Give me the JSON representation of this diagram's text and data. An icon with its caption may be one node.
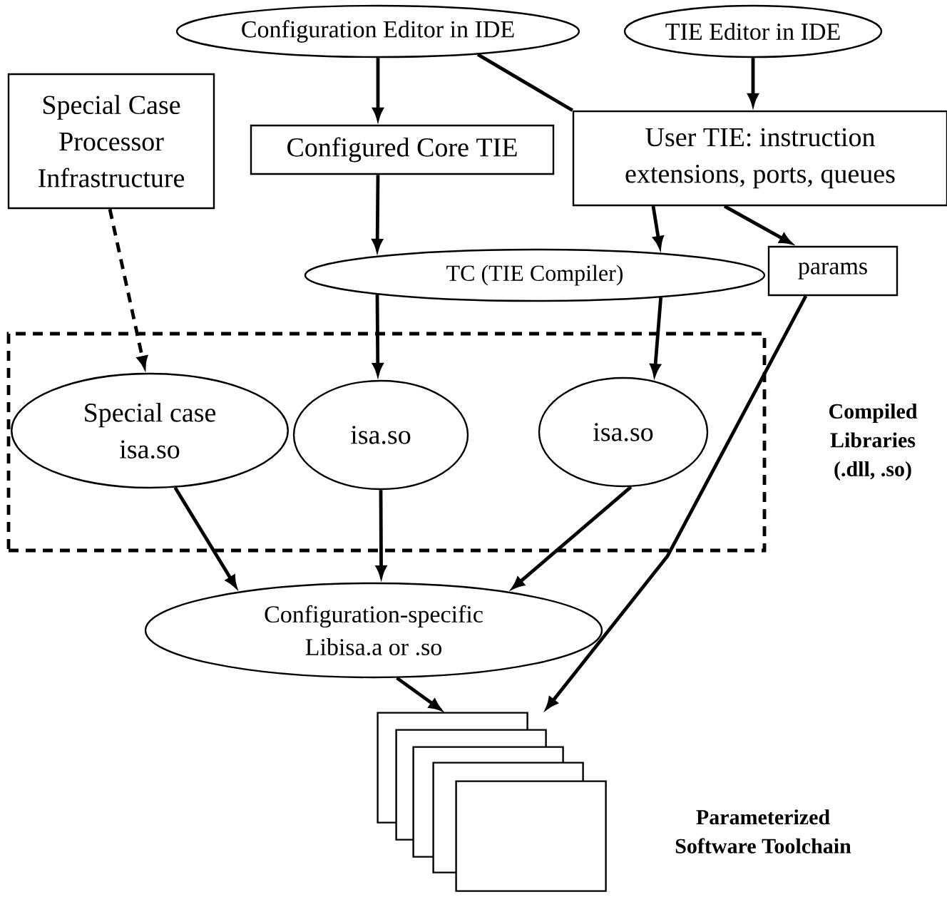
{
  "diagram": {
    "nodes": [
      {
        "text": [
          "Configuration Editor in IDE"
        ]
      },
      {
        "text": [
          "TIE Editor in IDE"
        ]
      },
      {
        "text": [
          "Special Case Processor Infrastructure"
        ]
      },
      {
        "text": [
          "Configured Core TIE"
        ]
      },
      {
        "text": [
          "User TIE: instruction extensions, ports, queues"
        ]
      },
      {
        "text": [
          "TC (TIE Compiler)"
        ]
      },
      {
        "text": [
          "params"
        ]
      },
      {
        "text": [
          "Compiled Libraries (.dll, .so)"
        ]
      },
      {
        "text": [
          "Special case isa.so"
        ],
        "in": 7
      },
      {
        "text": [
          "isa.so"
        ],
        "in": 7
      },
      {
        "text": [
          "isa.so"
        ],
        "in": 7
      },
      {
        "text": [
          "Configuration-specific Libisa.a or .so"
        ]
      },
      {
        "text": [],
        "shape": "box",
        "beside": [
          "Parameterized Software Toolchain"
        ]
      }
    ],
    "edges": [
      {
        "from": 0,
        "to": 3,
        "arrow": "to"
      },
      {
        "from": 0,
        "to": 4,
        "arrow": "none"
      },
      {
        "from": 1,
        "to": 4,
        "arrow": "to"
      },
      {
        "from": 3,
        "to": 5,
        "arrow": "to"
      },
      {
        "from": 4,
        "to": 5,
        "arrow": "to"
      },
      {
        "from": 4,
        "to": 6,
        "arrow": "to"
      },
      {
        "from": 2,
        "to": 8,
        "arrow": "to",
        "style": "dashed"
      },
      {
        "from": 5,
        "to": 9,
        "arrow": "to"
      },
      {
        "from": 5,
        "to": 10,
        "arrow": "to"
      },
      {
        "from": 6,
        "to": 12,
        "arrow": "to"
      },
      {
        "from": 8,
        "to": 11,
        "arrow": "to"
      },
      {
        "from": 9,
        "to": 11,
        "arrow": "to"
      },
      {
        "from": 10,
        "to": 11,
        "arrow": "to"
      },
      {
        "from": 11,
        "to": 12,
        "arrow": "to"
      }
    ]
  }
}
